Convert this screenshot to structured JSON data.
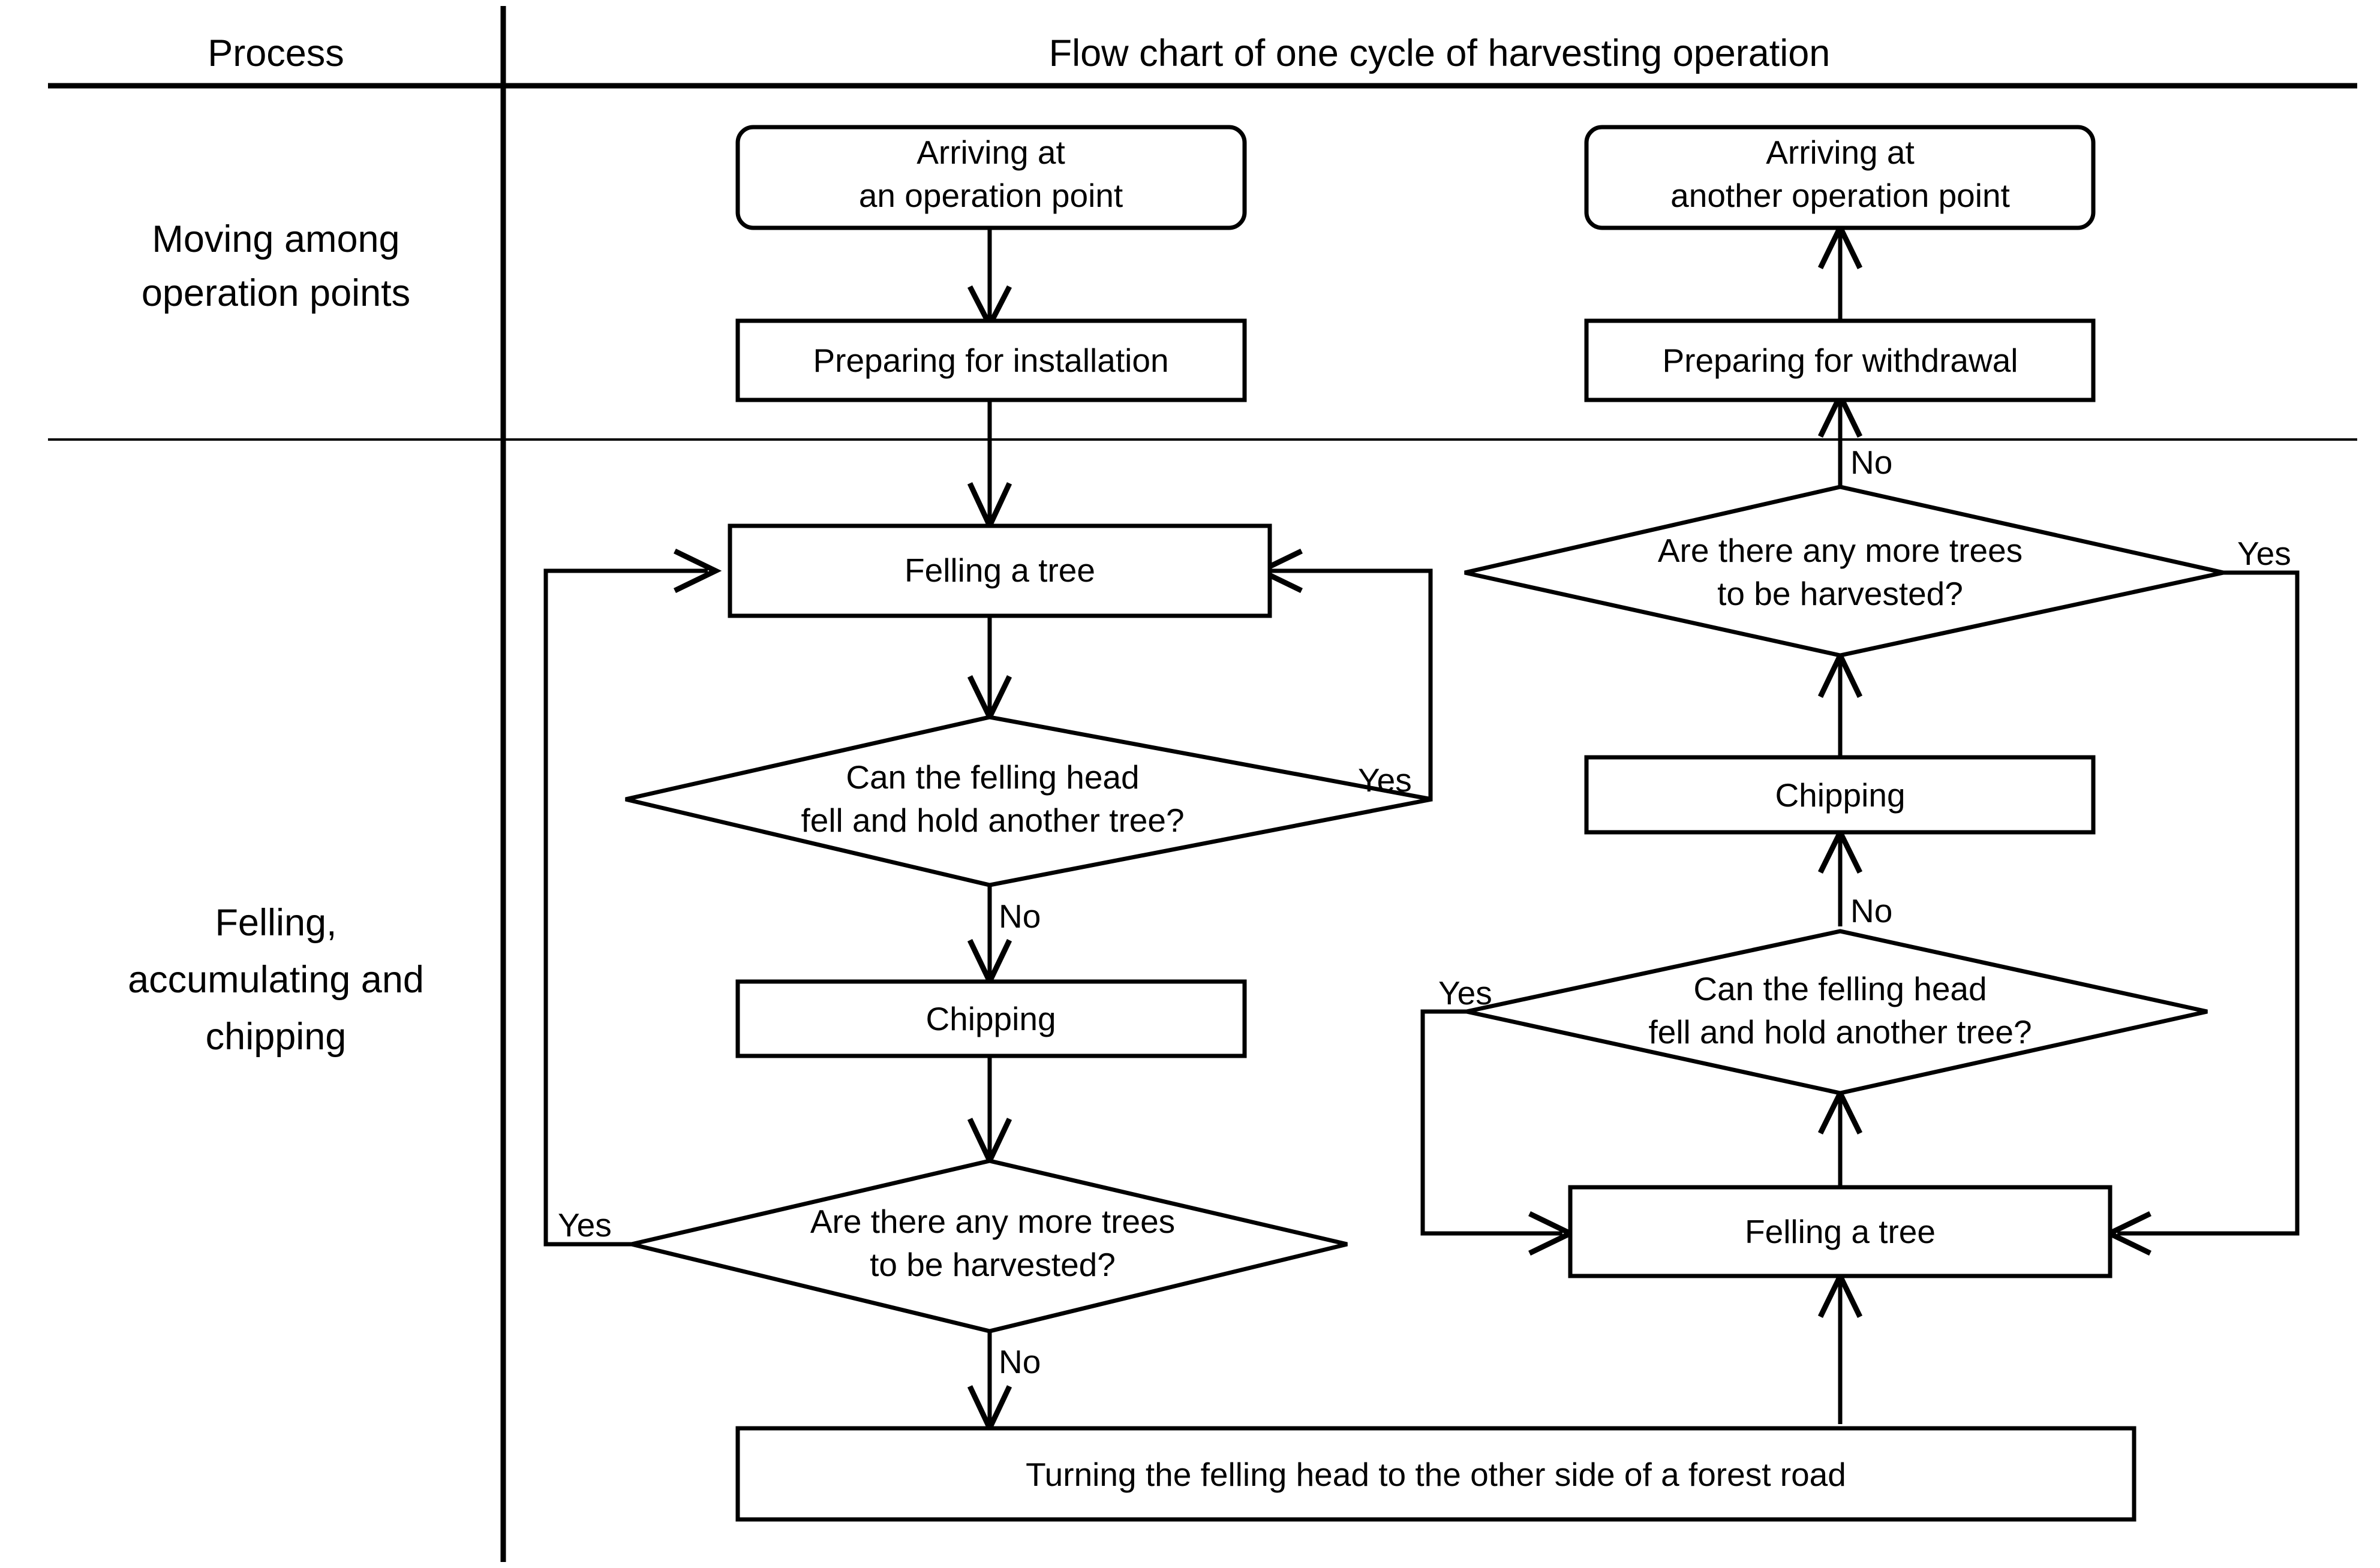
{
  "table": {
    "columns": [
      {
        "id": "process",
        "header": "Process"
      },
      {
        "id": "flow",
        "header": "Flow chart of one cycle of harvesting operation"
      }
    ],
    "rows": [
      {
        "id": "row-moving",
        "process_label_line1": "Moving among",
        "process_label_line2": "operation points"
      },
      {
        "id": "row-felling",
        "process_label_line1": "Felling,",
        "process_label_line2": "accumulating and",
        "process_label_line3": "chipping"
      }
    ]
  },
  "flowchart": {
    "title": "Flow chart of one cycle of harvesting operation",
    "nodes": [
      {
        "id": "arrive-1",
        "shape": "terminator",
        "lines": [
          "Arriving at",
          "an operation point"
        ]
      },
      {
        "id": "prepare-install",
        "shape": "process",
        "lines": [
          "Preparing for installation"
        ]
      },
      {
        "id": "fell-left",
        "shape": "process",
        "lines": [
          "Felling a tree"
        ]
      },
      {
        "id": "decide-head-left",
        "shape": "decision",
        "lines": [
          "Can the felling head",
          "fell and hold another tree?"
        ]
      },
      {
        "id": "chip-left",
        "shape": "process",
        "lines": [
          "Chipping"
        ]
      },
      {
        "id": "decide-more-left",
        "shape": "decision",
        "lines": [
          "Are there any more trees",
          "to be harvested?"
        ]
      },
      {
        "id": "turn-head",
        "shape": "process",
        "lines": [
          "Turning the felling head to the other side of a forest road"
        ]
      },
      {
        "id": "fell-right",
        "shape": "process",
        "lines": [
          "Felling a tree"
        ]
      },
      {
        "id": "decide-head-right",
        "shape": "decision",
        "lines": [
          "Can the felling head",
          "fell and hold another tree?"
        ]
      },
      {
        "id": "chip-right",
        "shape": "process",
        "lines": [
          "Chipping"
        ]
      },
      {
        "id": "decide-more-right",
        "shape": "decision",
        "lines": [
          "Are there any more trees",
          "to be harvested?"
        ]
      },
      {
        "id": "prepare-withdraw",
        "shape": "process",
        "lines": [
          "Preparing for withdrawal"
        ]
      },
      {
        "id": "arrive-2",
        "shape": "terminator",
        "lines": [
          "Arriving at",
          "another operation point"
        ]
      }
    ],
    "edge_labels": {
      "head_left_yes": "Yes",
      "head_left_no": "No",
      "more_left_yes": "Yes",
      "more_left_no": "No",
      "head_right_yes": "Yes",
      "head_right_no": "No",
      "more_right_yes": "Yes",
      "more_right_no": "No"
    }
  },
  "text": {
    "arrive_1_l1": "Arriving at",
    "arrive_1_l2": "an operation point",
    "prepare_install": "Preparing for installation",
    "fell_left": "Felling a tree",
    "head_left_l1": "Can the felling head",
    "head_left_l2": "fell and hold another tree?",
    "chip_left": "Chipping",
    "more_left_l1": "Are there any more trees",
    "more_left_l2": "to be harvested?",
    "turn_head": "Turning the felling head to the other side of a forest road",
    "fell_right": "Felling a tree",
    "head_right_l1": "Can the felling head",
    "head_right_l2": "fell and hold another tree?",
    "chip_right": "Chipping",
    "more_right_l1": "Are there any more trees",
    "more_right_l2": "to be harvested?",
    "prepare_withdraw": "Preparing for withdrawal",
    "arrive_2_l1": "Arriving at",
    "arrive_2_l2": "another operation point",
    "yes": "Yes",
    "no": "No"
  },
  "colors": {
    "stroke": "#000000",
    "fill": "#ffffff",
    "background": "#ffffff"
  }
}
